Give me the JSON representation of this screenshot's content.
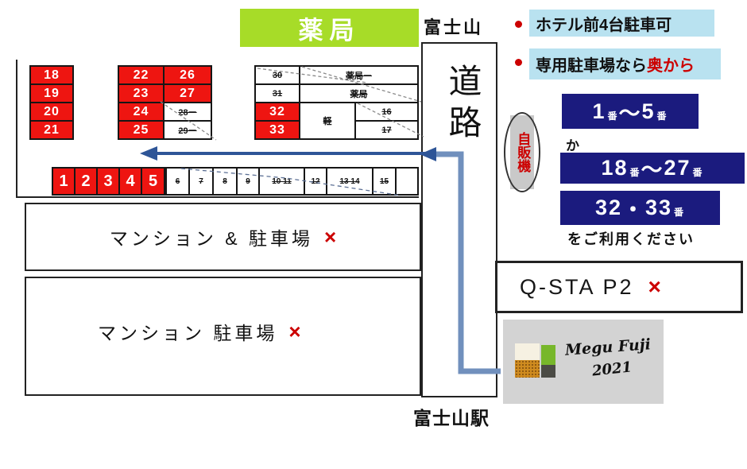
{
  "colors": {
    "red_cell": "#ee1511",
    "navy": "#1b1b7e",
    "green": "#a7dc28",
    "highlight_blue": "#b9e2f0",
    "route_blue": "#7190bd",
    "arrow_navy": "#2e5597",
    "mark_red": "#cc0000"
  },
  "top": {
    "pharmacy": "薬局",
    "fuji": "富士山"
  },
  "road": {
    "label": "道路"
  },
  "station": {
    "label": "富士山駅"
  },
  "grid": {
    "left_col": [
      "18",
      "19",
      "20",
      "21"
    ],
    "mid_col1": [
      "22",
      "23",
      "24",
      "25"
    ],
    "mid_col2_red": [
      "26",
      "27"
    ],
    "mid_col2_struck": [
      "28ー",
      "29ー"
    ],
    "right_col_struck": [
      "30",
      "31"
    ],
    "right_col_red": [
      "32",
      "33"
    ],
    "pharmacy_rows_struck": [
      "薬局ー",
      "薬局"
    ],
    "kei_struck": "軽",
    "right_small_struck": [
      "16",
      "17"
    ],
    "front_red": [
      "1",
      "2",
      "3",
      "4",
      "5"
    ],
    "front_struck": [
      "6",
      "7",
      "8",
      "9",
      "10 11",
      "12",
      "13 14",
      "15",
      ""
    ]
  },
  "mansion1": {
    "label": "マンション & 駐車場",
    "mark": "×"
  },
  "mansion2": {
    "label": "マンション 駐車場",
    "mark": "×"
  },
  "notes": [
    {
      "text_black": "ホテル前4台駐車可",
      "text_red": ""
    },
    {
      "text_black": "専用駐車場なら",
      "text_red": "奥から"
    }
  ],
  "vending": {
    "label": "自販機"
  },
  "usage": {
    "row1": [
      "1",
      "番",
      "～",
      "5",
      "番"
    ],
    "or": "か",
    "row2": [
      "18",
      "番",
      "～",
      "27",
      "番"
    ],
    "row3": [
      "32",
      "・",
      "33",
      "番"
    ],
    "footer": "をご利用ください"
  },
  "qsta": {
    "label": "Q-STA P2",
    "mark": "×"
  },
  "logo": {
    "line1": "Megu Fuji",
    "line2": "2021"
  }
}
